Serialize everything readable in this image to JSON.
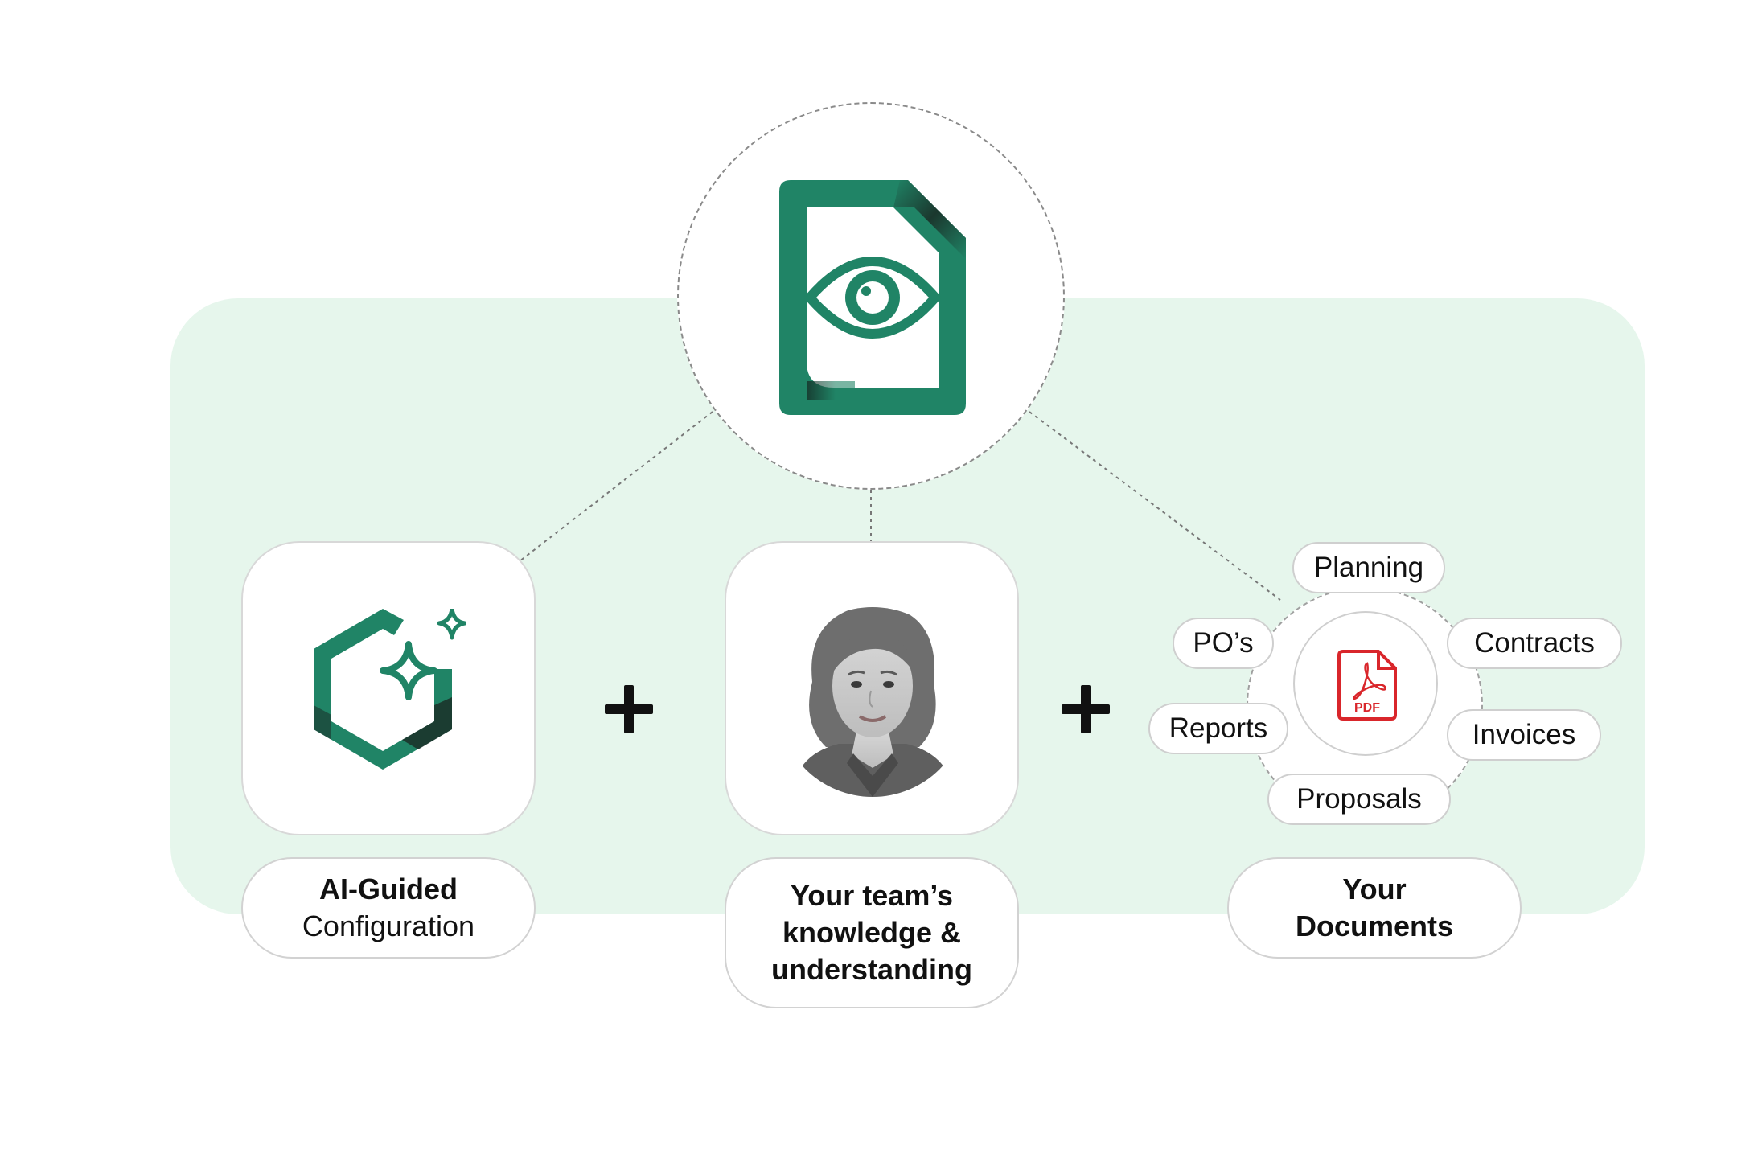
{
  "colors": {
    "brand_green": "#208466",
    "panel_bg": "#e6f6ec",
    "pdf_red": "#d9262b"
  },
  "hub": {
    "icon": "document-eye-icon"
  },
  "cards": [
    {
      "icon": "ai-hexagon-sparkle-icon",
      "label_bold": "AI-Guided",
      "label_regular": "Configuration"
    },
    {
      "icon": "person-portrait",
      "label_lines": [
        "Your team’s",
        "knowledge &",
        "understanding"
      ]
    },
    {
      "icon": "pdf-icon",
      "label_lines": [
        "Your",
        "Documents"
      ]
    }
  ],
  "operators": [
    "plus-icon",
    "plus-icon"
  ],
  "pdf_icon_text": "PDF",
  "document_types": [
    "Planning",
    "PO’s",
    "Contracts",
    "Reports",
    "Invoices",
    "Proposals"
  ]
}
